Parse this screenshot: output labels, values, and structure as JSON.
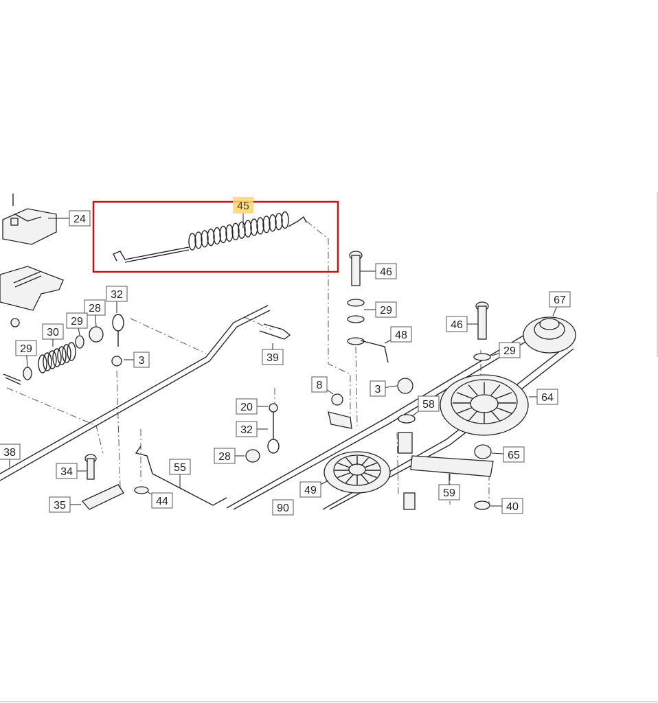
{
  "diagram": {
    "highlighted_part": "45",
    "highlight_color": "#cc1111",
    "highlight_label_color": "#ffd66b",
    "callouts": [
      "24",
      "46",
      "29",
      "48",
      "32",
      "28",
      "29",
      "30",
      "29",
      "3",
      "39",
      "67",
      "46",
      "29",
      "8",
      "3",
      "58",
      "64",
      "20",
      "32",
      "28",
      "38",
      "34",
      "55",
      "65",
      "49",
      "59",
      "35",
      "44",
      "90",
      "40"
    ]
  }
}
